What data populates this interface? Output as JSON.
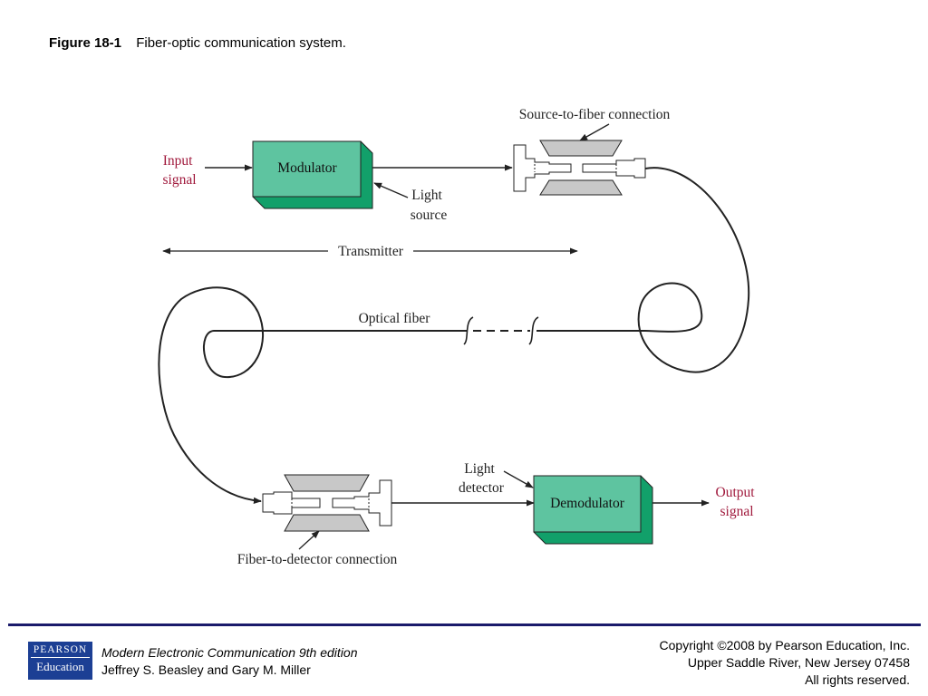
{
  "figure": {
    "number": "Figure 18-1",
    "caption": "Fiber-optic communication system."
  },
  "diagram": {
    "input_label": [
      "Input",
      "signal"
    ],
    "output_label": [
      "Output",
      "signal"
    ],
    "modulator": "Modulator",
    "demodulator": "Demodulator",
    "light_source": [
      "Light",
      "source"
    ],
    "light_detector": [
      "Light",
      "detector"
    ],
    "transmitter": "Transmitter",
    "optical_fiber": "Optical fiber",
    "source_to_fiber": "Source-to-fiber connection",
    "fiber_to_detector": "Fiber-to-detector connection",
    "colors": {
      "box_face": "#5ec4a0",
      "box_side": "#12a06a",
      "signal_label": "#a0193c",
      "connector_gray": "#c8c8c8"
    }
  },
  "footer": {
    "logo_line1": "PEARSON",
    "logo_line2": "Education",
    "book_title": "Modern Electronic Communication 9th edition",
    "authors": "Jeffrey S. Beasley and Gary M. Miller",
    "copyright": "Copyright ©2008 by Pearson Education, Inc.",
    "address": "Upper Saddle River, New Jersey 07458",
    "rights": "All rights reserved."
  }
}
